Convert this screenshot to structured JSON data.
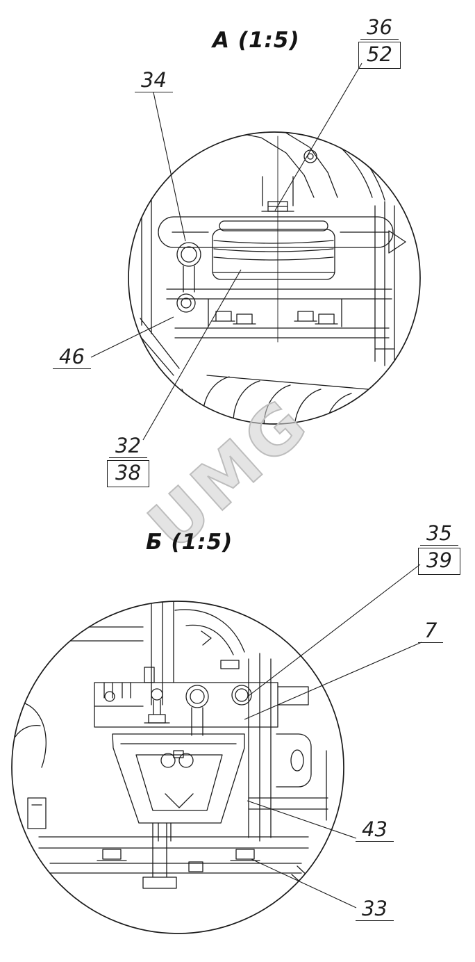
{
  "page": {
    "background": "#ffffff",
    "line_color": "#1b1b1b"
  },
  "watermark": {
    "text": "UMG",
    "color": "#c8c8c8"
  },
  "views": [
    {
      "id": "view-a",
      "title": "А (1:5)",
      "scale": "1:5",
      "callouts": [
        {
          "label": "36",
          "alt_label": "52"
        },
        {
          "label": "34"
        },
        {
          "label": "46"
        },
        {
          "label": "32",
          "alt_label": "38"
        }
      ]
    },
    {
      "id": "view-b",
      "title": "Б (1:5)",
      "scale": "1:5",
      "callouts": [
        {
          "label": "35",
          "alt_label": "39"
        },
        {
          "label": "7"
        },
        {
          "label": "43"
        },
        {
          "label": "33"
        }
      ]
    }
  ]
}
